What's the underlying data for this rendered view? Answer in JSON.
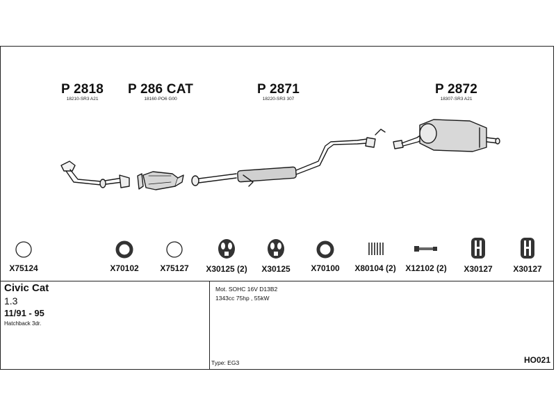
{
  "parts": [
    {
      "code": "P 2818",
      "oem": "18210-SR3 A21"
    },
    {
      "code": "P 286 CAT",
      "oem": "18160-PO6 G00"
    },
    {
      "code": "P 2871",
      "oem": "18220-SR3 307"
    },
    {
      "code": "P 2872",
      "oem": "18307-SR3 A21"
    }
  ],
  "hardware": [
    {
      "label": "X75124",
      "icon": "ring-thin-icon"
    },
    {
      "label": "X70102",
      "icon": "ring-thick-icon"
    },
    {
      "label": "X75127",
      "icon": "ring-thin-icon"
    },
    {
      "label": "X30125 (2)",
      "icon": "rubber-hanger-icon"
    },
    {
      "label": "X30125",
      "icon": "rubber-hanger-icon"
    },
    {
      "label": "X70100",
      "icon": "ring-thick-icon"
    },
    {
      "label": "X80104 (2)",
      "icon": "spring-icon"
    },
    {
      "label": "X12102 (2)",
      "icon": "bolt-icon"
    },
    {
      "label": "X30127",
      "icon": "rubber-mount-icon"
    },
    {
      "label": "X30127",
      "icon": "rubber-mount-icon"
    }
  ],
  "vehicle": {
    "model": "Civic Cat",
    "displacement": "1.3",
    "years": "11/91 - 95",
    "body": "Hatchback 3dr."
  },
  "engine": {
    "line1": "Mot. SOHC 16V D13B2",
    "line2": "1343cc 75hp , 55kW"
  },
  "type": {
    "label": "Type:",
    "value": "EG3"
  },
  "reference": "HO021"
}
